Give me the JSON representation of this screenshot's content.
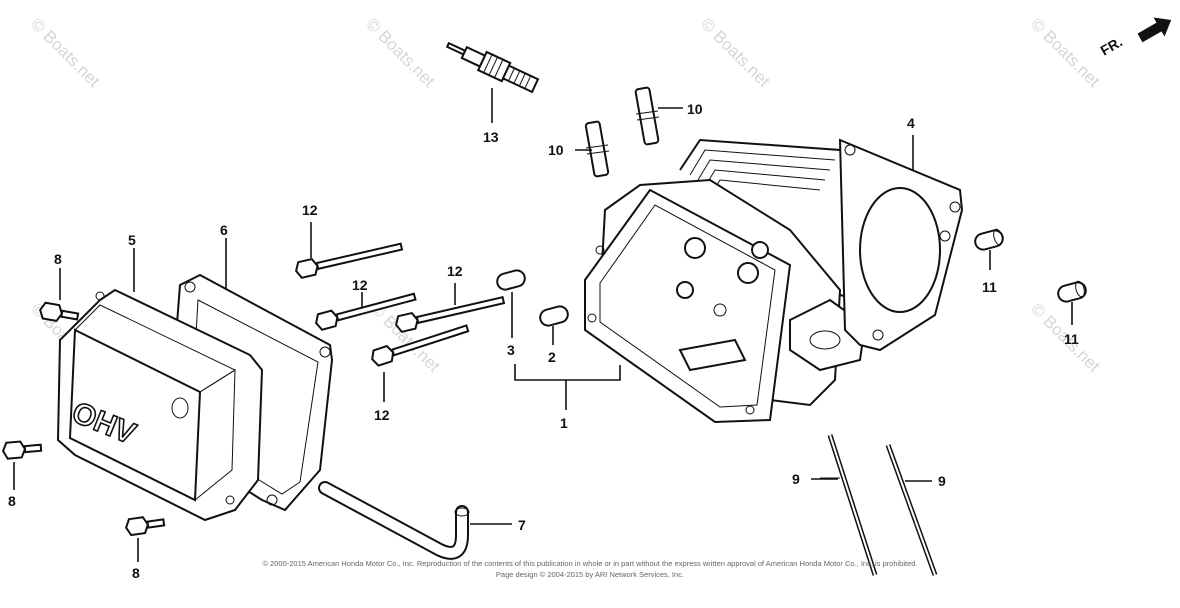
{
  "watermark": "© Boats.net",
  "direction_label": "FR.",
  "cover_badge": "OHV",
  "callouts": {
    "c1": "1",
    "c2": "2",
    "c3": "3",
    "c4": "4",
    "c5": "5",
    "c6": "6",
    "c7": "7",
    "c8a": "8",
    "c8b": "8",
    "c8c": "8",
    "c9a": "9",
    "c9b": "9",
    "c10a": "10",
    "c10b": "10",
    "c11a": "11",
    "c11b": "11",
    "c12a": "12",
    "c12b": "12",
    "c12c": "12",
    "c12d": "12",
    "c13": "13"
  },
  "footer": {
    "line1": "© 2000-2015 American Honda Motor Co., Inc. Reproduction of the contents of this publication in whole or in part without the express written approval of American Honda Motor Co., Inc. is prohibited.",
    "line2": "Page design © 2004-2015 by ARI Network Services, Inc."
  },
  "colors": {
    "ink": "#111111",
    "watermark": "#d6d6d6",
    "paper": "#ffffff"
  }
}
